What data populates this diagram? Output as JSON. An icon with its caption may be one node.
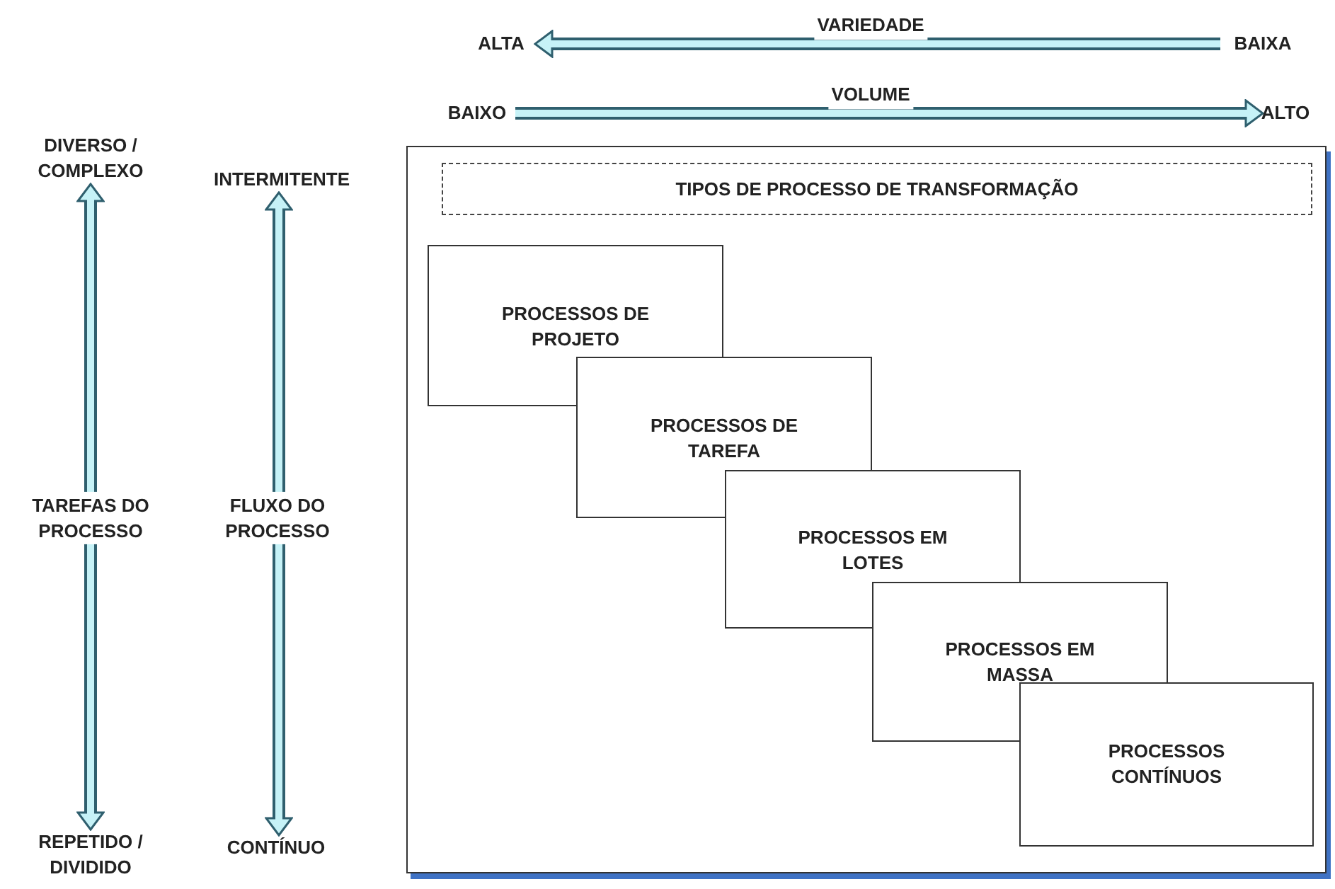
{
  "diagram": {
    "nodes": [
      {
        "text": [
          "ALTA"
        ]
      },
      {
        "text": [
          "BAIXA"
        ]
      },
      {
        "text": [
          "BAIXO"
        ]
      },
      {
        "text": [
          "ALTO"
        ]
      },
      {
        "text": [
          "DIVERSO / COMPLEXO"
        ]
      },
      {
        "text": [
          "INTERMITENTE"
        ]
      },
      {
        "text": [],
        "shape": "box"
      },
      {
        "text": [
          "TIPOS DE PROCESSO DE TRANSFORMAÇÃO"
        ],
        "in": 6
      },
      {
        "text": [
          "PROCESSOS DE PROJETO"
        ],
        "in": 6
      },
      {
        "text": [
          "PROCESSOS DE TAREFA"
        ],
        "in": 6
      },
      {
        "text": [
          "PROCESSOS EM LOTES"
        ],
        "in": 6
      },
      {
        "text": [
          "PROCESSOS EM MASSA"
        ],
        "in": 6
      },
      {
        "text": [
          "PROCESSOS CONTÍNUOS"
        ],
        "in": 6
      },
      {
        "text": [
          "REPETIDO / DIVIDIDO"
        ]
      },
      {
        "text": [
          "CONTÍNUO"
        ]
      }
    ],
    "edges": [
      {
        "from": 1,
        "to": 0,
        "arrow": "to",
        "label": "VARIEDADE"
      },
      {
        "from": 2,
        "to": 3,
        "arrow": "to",
        "label": "VOLUME"
      },
      {
        "from": 4,
        "to": 13,
        "arrow": "both",
        "label": "TAREFAS DO PROCESSO"
      },
      {
        "from": 5,
        "to": 14,
        "arrow": "both",
        "label": "FLUXO DO PROCESSO"
      }
    ]
  }
}
